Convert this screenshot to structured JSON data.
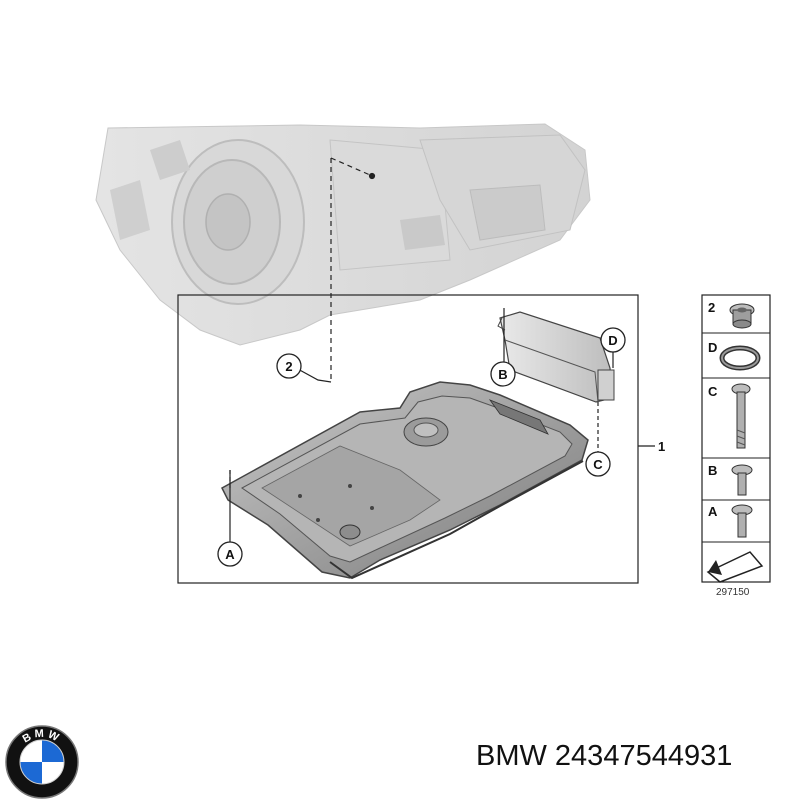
{
  "diagram": {
    "main_callout": "1",
    "callouts": {
      "two": "2",
      "a": "A",
      "b": "B",
      "c": "C",
      "d": "D"
    },
    "side_panel": {
      "labels": [
        "2",
        "D",
        "C",
        "B",
        "A"
      ],
      "drawing_number": "297150"
    }
  },
  "logo": {
    "text": "BMW",
    "colors": {
      "blue": "#1c69d4",
      "black": "#111111",
      "white": "#ffffff"
    }
  },
  "caption": "BMW 24347544931"
}
